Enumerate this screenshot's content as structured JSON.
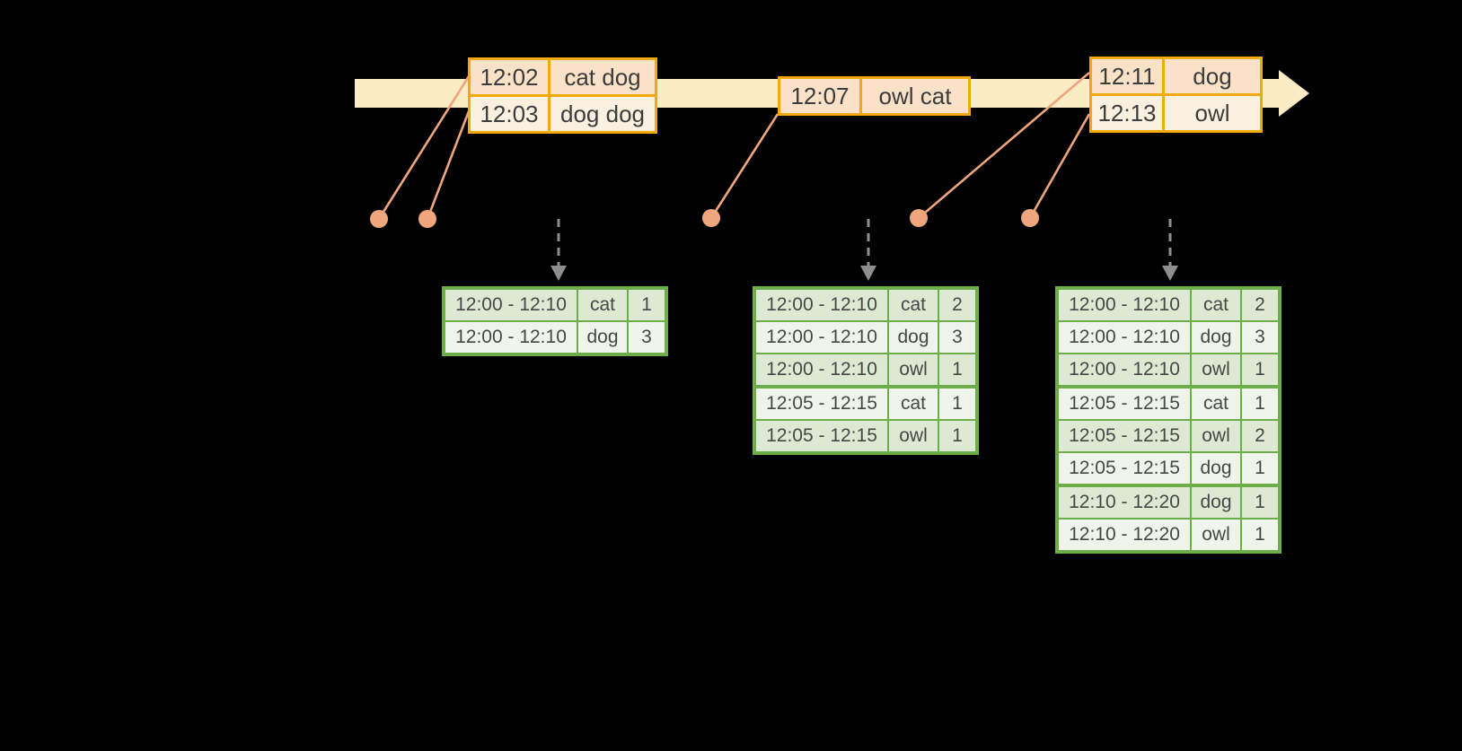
{
  "colors": {
    "background": "#000000",
    "timeline_fill": "#FAECC4",
    "event_border": "#F3A90A",
    "event_row_fill_a": "#FAE2C8",
    "event_row_fill_b": "#FCF1E0",
    "dot": "#F0A67D",
    "trigger_arrow": "#8E8E8E",
    "result_border": "#6DAD4A",
    "result_row_fill_dark": "#DEE9D4",
    "result_row_fill_light": "#F0F5EC",
    "text": "#3C3C3C",
    "result_text": "#474747"
  },
  "icons": {
    "timeline_arrowhead": "right-pointing triangle (css border shape)",
    "trigger_arrowhead": "down-pointing gray triangle (svg polygon)",
    "event_dot": "salmon filled circle (svg)"
  },
  "event_batches": [
    {
      "rows": [
        {
          "time": "12:02",
          "words": "cat dog"
        },
        {
          "time": "12:03",
          "words": "dog dog"
        }
      ]
    },
    {
      "rows": [
        {
          "time": "12:07",
          "words": "owl cat"
        }
      ]
    },
    {
      "rows": [
        {
          "time": "12:11",
          "words": "dog"
        },
        {
          "time": "12:13",
          "words": "owl"
        }
      ]
    }
  ],
  "result_tables": [
    {
      "group_breaks": [],
      "rows": [
        [
          "12:00 - 12:10",
          "cat",
          "1"
        ],
        [
          "12:00 - 12:10",
          "dog",
          "3"
        ]
      ]
    },
    {
      "group_breaks": [
        3
      ],
      "rows": [
        [
          "12:00 - 12:10",
          "cat",
          "2"
        ],
        [
          "12:00 - 12:10",
          "dog",
          "3"
        ],
        [
          "12:00 - 12:10",
          "owl",
          "1"
        ],
        [
          "12:05 - 12:15",
          "cat",
          "1"
        ],
        [
          "12:05 - 12:15",
          "owl",
          "1"
        ]
      ]
    },
    {
      "group_breaks": [
        3,
        6
      ],
      "rows": [
        [
          "12:00 - 12:10",
          "cat",
          "2"
        ],
        [
          "12:00 - 12:10",
          "dog",
          "3"
        ],
        [
          "12:00 - 12:10",
          "owl",
          "1"
        ],
        [
          "12:05 - 12:15",
          "cat",
          "1"
        ],
        [
          "12:05 - 12:15",
          "owl",
          "2"
        ],
        [
          "12:05 - 12:15",
          "dog",
          "1"
        ],
        [
          "12:10 - 12:20",
          "dog",
          "1"
        ],
        [
          "12:10 - 12:20",
          "owl",
          "1"
        ]
      ]
    }
  ]
}
